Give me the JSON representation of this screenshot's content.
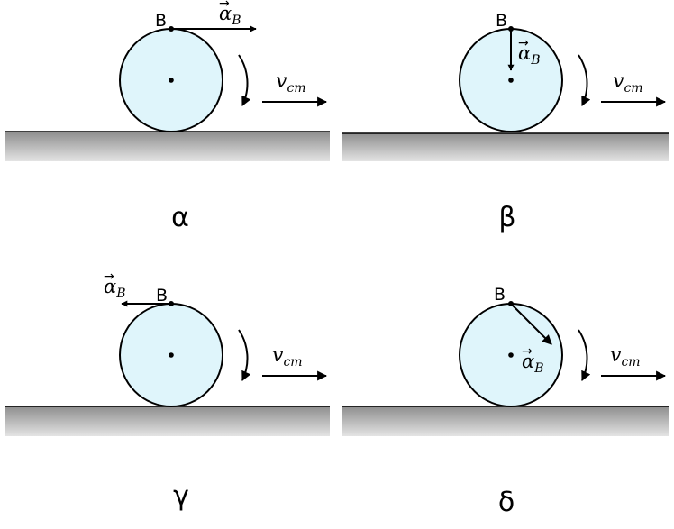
{
  "colors": {
    "wheel_fill": "#dff5fb",
    "stroke": "#000000",
    "ground_top": "#8e8e8e",
    "ground_bottom": "#e4e4e4"
  },
  "panels": [
    {
      "caption": "α",
      "point_label": "B",
      "alpha_symbol": "α",
      "alpha_subscript": "B",
      "velocity_symbol": "v",
      "velocity_subscript": "cm",
      "alpha_direction": "forward-tangent"
    },
    {
      "caption": "β",
      "point_label": "B",
      "alpha_symbol": "α",
      "alpha_subscript": "B",
      "velocity_symbol": "v",
      "velocity_subscript": "cm",
      "alpha_direction": "toward-center"
    },
    {
      "caption": "γ",
      "point_label": "B",
      "alpha_symbol": "α",
      "alpha_subscript": "B",
      "velocity_symbol": "v",
      "velocity_subscript": "cm",
      "alpha_direction": "backward-tangent"
    },
    {
      "caption": "δ",
      "point_label": "B",
      "alpha_symbol": "α",
      "alpha_subscript": "B",
      "velocity_symbol": "v",
      "velocity_subscript": "cm",
      "alpha_direction": "diagonal-inward"
    }
  ]
}
